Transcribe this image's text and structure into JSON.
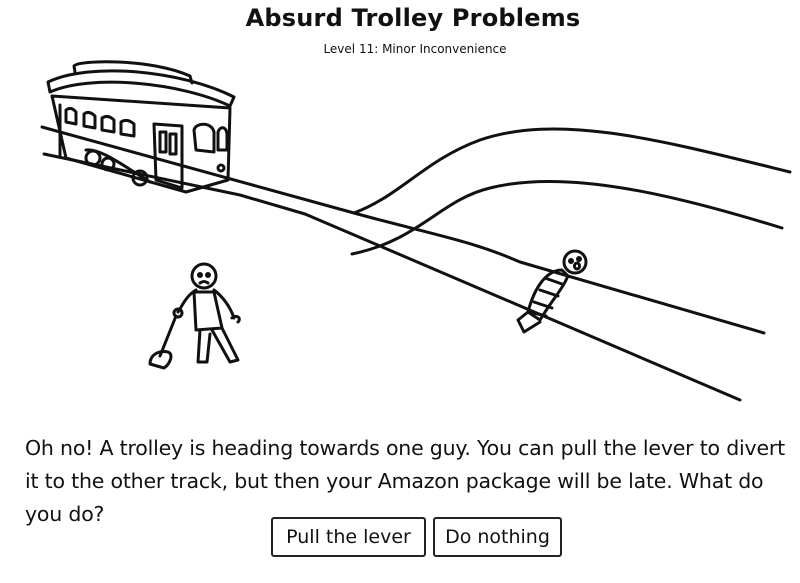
{
  "header": {
    "title": "Absurd Trolley Problems",
    "level": "Level 11: Minor Inconvenience"
  },
  "scene": {
    "trolley": "trolley-illustration",
    "person_on_track": "person-tied-icon",
    "lever_puller": "lever-puller-icon",
    "lever": "lever-icon"
  },
  "question": {
    "text": "Oh no! A trolley is heading towards one guy. You can pull the lever to divert it to the other track, but then your Amazon package will be late. What do you do?"
  },
  "choices": {
    "pull_label": "Pull the lever",
    "nothing_label": "Do nothing"
  },
  "colors": {
    "ink": "#111111",
    "background": "#ffffff"
  }
}
